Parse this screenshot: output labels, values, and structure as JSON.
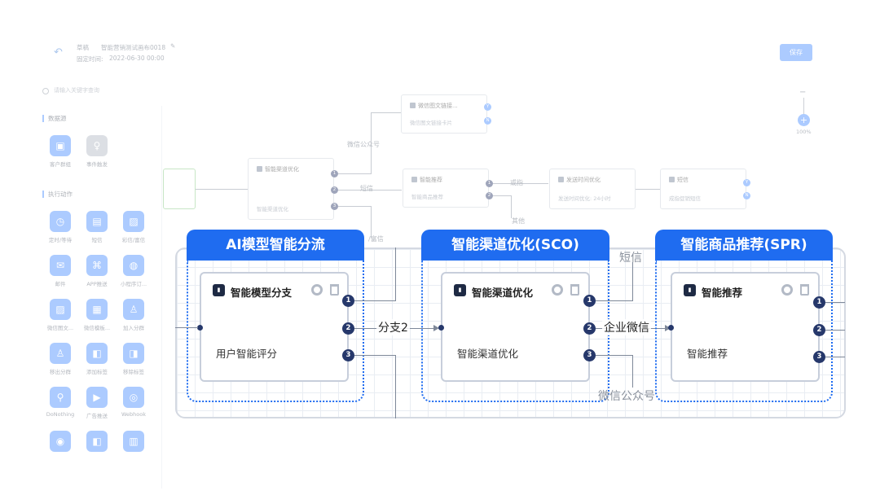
{
  "header": {
    "status": "草稿",
    "name": "智能营销测试画布0018",
    "time_label": "固定时间:",
    "time_value": "2022-06-30 00:00",
    "save_label": "保存"
  },
  "search": {
    "placeholder": "请输入关键字查询"
  },
  "sidebar": {
    "data_source_title": "数据源",
    "data_sources": [
      {
        "label": "客户群组",
        "icon": "customer-group-icon"
      },
      {
        "label": "事件触发",
        "icon": "event-trigger-icon"
      }
    ],
    "actions_title": "执行动作",
    "actions": [
      {
        "label": "定时/等待",
        "icon": "timer-icon"
      },
      {
        "label": "短信",
        "icon": "sms-icon"
      },
      {
        "label": "彩信/富信",
        "icon": "mms-icon"
      },
      {
        "label": "邮件",
        "icon": "mail-icon"
      },
      {
        "label": "APP推送",
        "icon": "app-push-icon"
      },
      {
        "label": "小程序订...",
        "icon": "mini-program-icon"
      },
      {
        "label": "微信图文...",
        "icon": "wechat-article-icon"
      },
      {
        "label": "微信模板...",
        "icon": "wechat-template-icon"
      },
      {
        "label": "加入分群",
        "icon": "add-segment-icon"
      },
      {
        "label": "移出分群",
        "icon": "remove-segment-icon"
      },
      {
        "label": "添加标签",
        "icon": "add-tag-icon"
      },
      {
        "label": "移除标签",
        "icon": "remove-tag-icon"
      },
      {
        "label": "DoNothing",
        "icon": "do-nothing-icon"
      },
      {
        "label": "广告推送",
        "icon": "ad-push-icon"
      },
      {
        "label": "Webhook",
        "icon": "webhook-icon"
      },
      {
        "label": "",
        "icon": "chat-icon"
      },
      {
        "label": "",
        "icon": "bookmark-icon"
      },
      {
        "label": "",
        "icon": "calendar-icon"
      }
    ]
  },
  "zoom": {
    "minus": "−",
    "plus": "+",
    "value": "100%"
  },
  "canvas": {
    "nodes": [
      {
        "title": "智能渠道优化",
        "subtitle": "智能渠道优化"
      },
      {
        "title": "微信图文链接...",
        "subtitle": "微信图文链接卡片"
      },
      {
        "title": "智能推荐",
        "subtitle": "智能商品推荐"
      },
      {
        "title": "发送时间优化",
        "subtitle": "发送时间优化: 24小时"
      },
      {
        "title": "短信",
        "subtitle": "成指促销短信"
      }
    ],
    "edge_labels": [
      "微信公众号",
      "短信",
      "/富信",
      "或指",
      "其他"
    ],
    "yes_label": "Y",
    "no_label": "N"
  },
  "zoomed": {
    "sections": [
      {
        "ribbon": "AI模型智能分流",
        "title": "智能模型分支",
        "subtitle": "用户智能评分"
      },
      {
        "ribbon": "智能渠道优化(SCO)",
        "title": "智能渠道优化",
        "subtitle": "智能渠道优化"
      },
      {
        "ribbon": "智能商品推荐(SPR)",
        "title": "智能推荐",
        "subtitle": "智能推荐"
      }
    ],
    "port_labels": [
      "1",
      "2",
      "3"
    ],
    "edge_labels": {
      "branch2": "分支2",
      "sms": "短信",
      "wecom": "企业微信",
      "wechat_official": "微信公众号"
    }
  }
}
